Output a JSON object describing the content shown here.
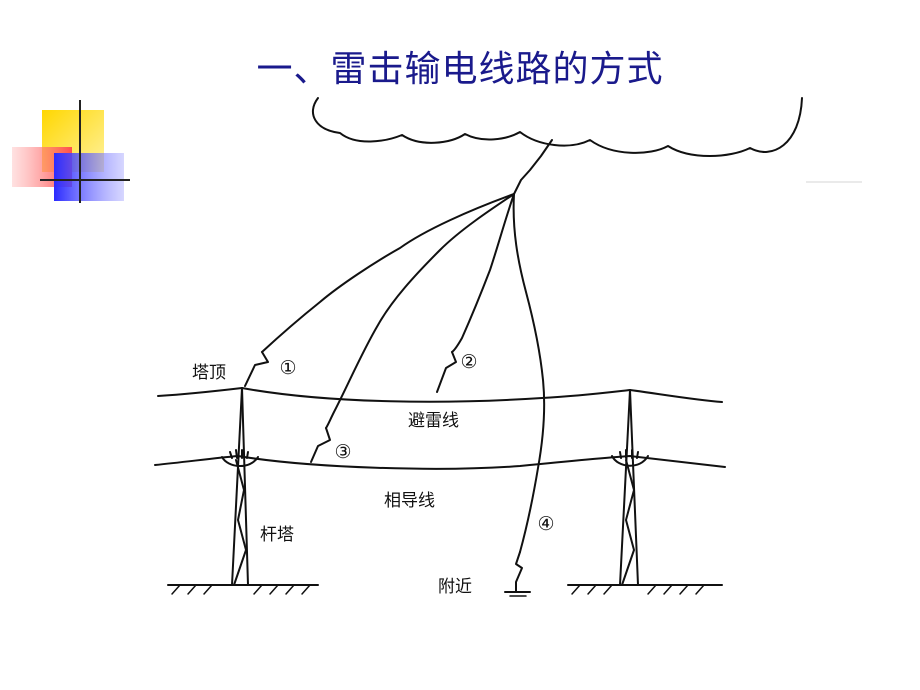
{
  "title": "一、雷击输电线路的方式",
  "labels": {
    "tower_top": "塔顶",
    "shield_wire": "避雷线",
    "phase_conductor": "相导线",
    "tower": "杆塔",
    "nearby": "附近"
  },
  "strike_markers": [
    "①",
    "②",
    "③",
    "④"
  ],
  "colors": {
    "title": "#1a1a8c",
    "deco_yellow": "#ffd700",
    "deco_red": "#ff6b6b",
    "deco_blue": "#3333cc"
  }
}
